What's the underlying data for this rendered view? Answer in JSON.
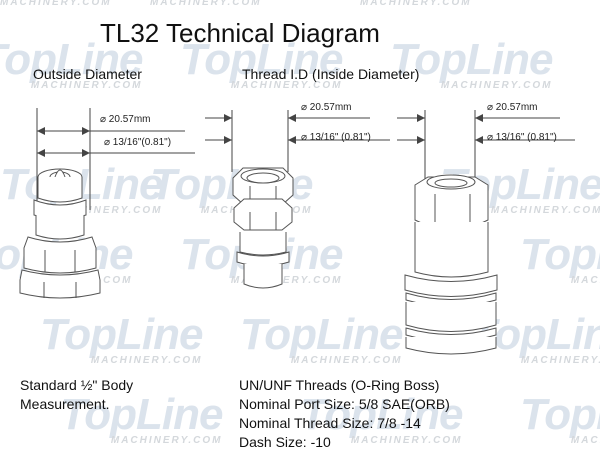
{
  "title": "TL32 Technical Diagram",
  "sections": [
    {
      "heading": "Outside Diameter",
      "dim_mm": "⌀ 20.57mm",
      "dim_in": "⌀ 13/16\"(0.81\")",
      "description": [
        "Standard ½\" Body",
        "Measurement."
      ]
    },
    {
      "heading": "Thread I.D (Inside Diameter)",
      "dim_mm": "⌀ 20.57mm",
      "dim_in": "⌀ 13/16\" (0.81\")",
      "description": [
        "UN/UNF Threads (O-Ring Boss)",
        "Nominal Port Size: 5/8 SAE(ORB)",
        "Nominal Thread Size: 7/8 -14",
        "Dash Size: -10"
      ]
    },
    {
      "dim_mm": "⌀ 20.57mm",
      "dim_in": "⌀ 13/16\" (0.81\")"
    }
  ],
  "watermark": {
    "brand": "TopLine",
    "sub": "MACHINERY.COM"
  },
  "colors": {
    "line": "#444444",
    "watermark": "#dbe3ec",
    "text": "#111111"
  }
}
